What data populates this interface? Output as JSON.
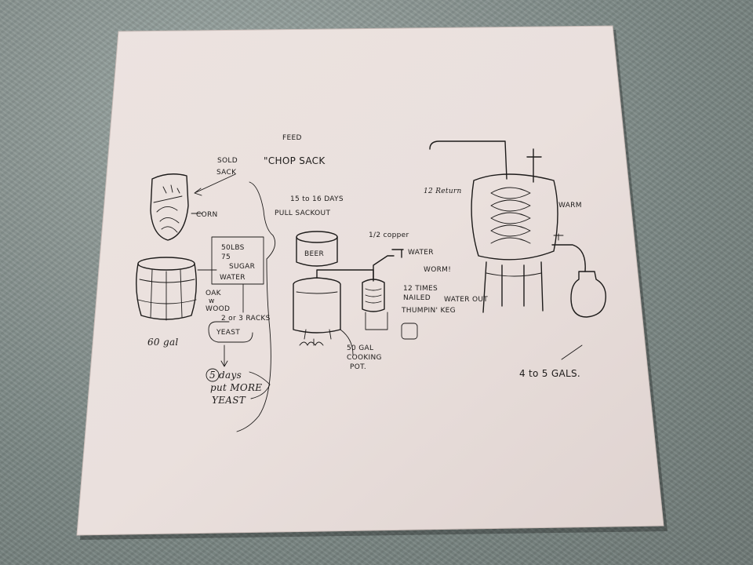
{
  "sketch": {
    "labels": {
      "sold": "SOLD",
      "feed": "FEED",
      "sack": "SACK",
      "chop_sack": "\"CHOP SACK",
      "corn": "CORN",
      "lbs_sugar_line1": "50LBS",
      "lbs_sugar_line2": "75",
      "sugar": "SUGAR",
      "water": "WATER",
      "oak_line1": "OAK",
      "oak_line2": "w",
      "oak_line3": "WOOD",
      "gal_60": "60 gal",
      "racks_line1": "2 or 3 RACKS",
      "yeast": "YEAST",
      "days": "5 days",
      "put_more": "put MORE",
      "yeast2": "YEAST",
      "days_15": "15 to 16 DAYS",
      "pull_sack": "PULL SACKOUT",
      "beer": "BEER",
      "copper": "1/2 copper",
      "water_in": "WATER",
      "worm": "WORM!",
      "times_12": "12 TIMES",
      "nailed": "NAILED",
      "water_out": "WATER OUT",
      "thumpin_keg": "THUMPIN' KEG",
      "cooking_line1": "50 GAL",
      "cooking_line2": "COOKING",
      "cooking_line3": "POT.",
      "return_12": "12 Return",
      "warm": "WARM",
      "gals": "4 to 5 GALS."
    }
  }
}
